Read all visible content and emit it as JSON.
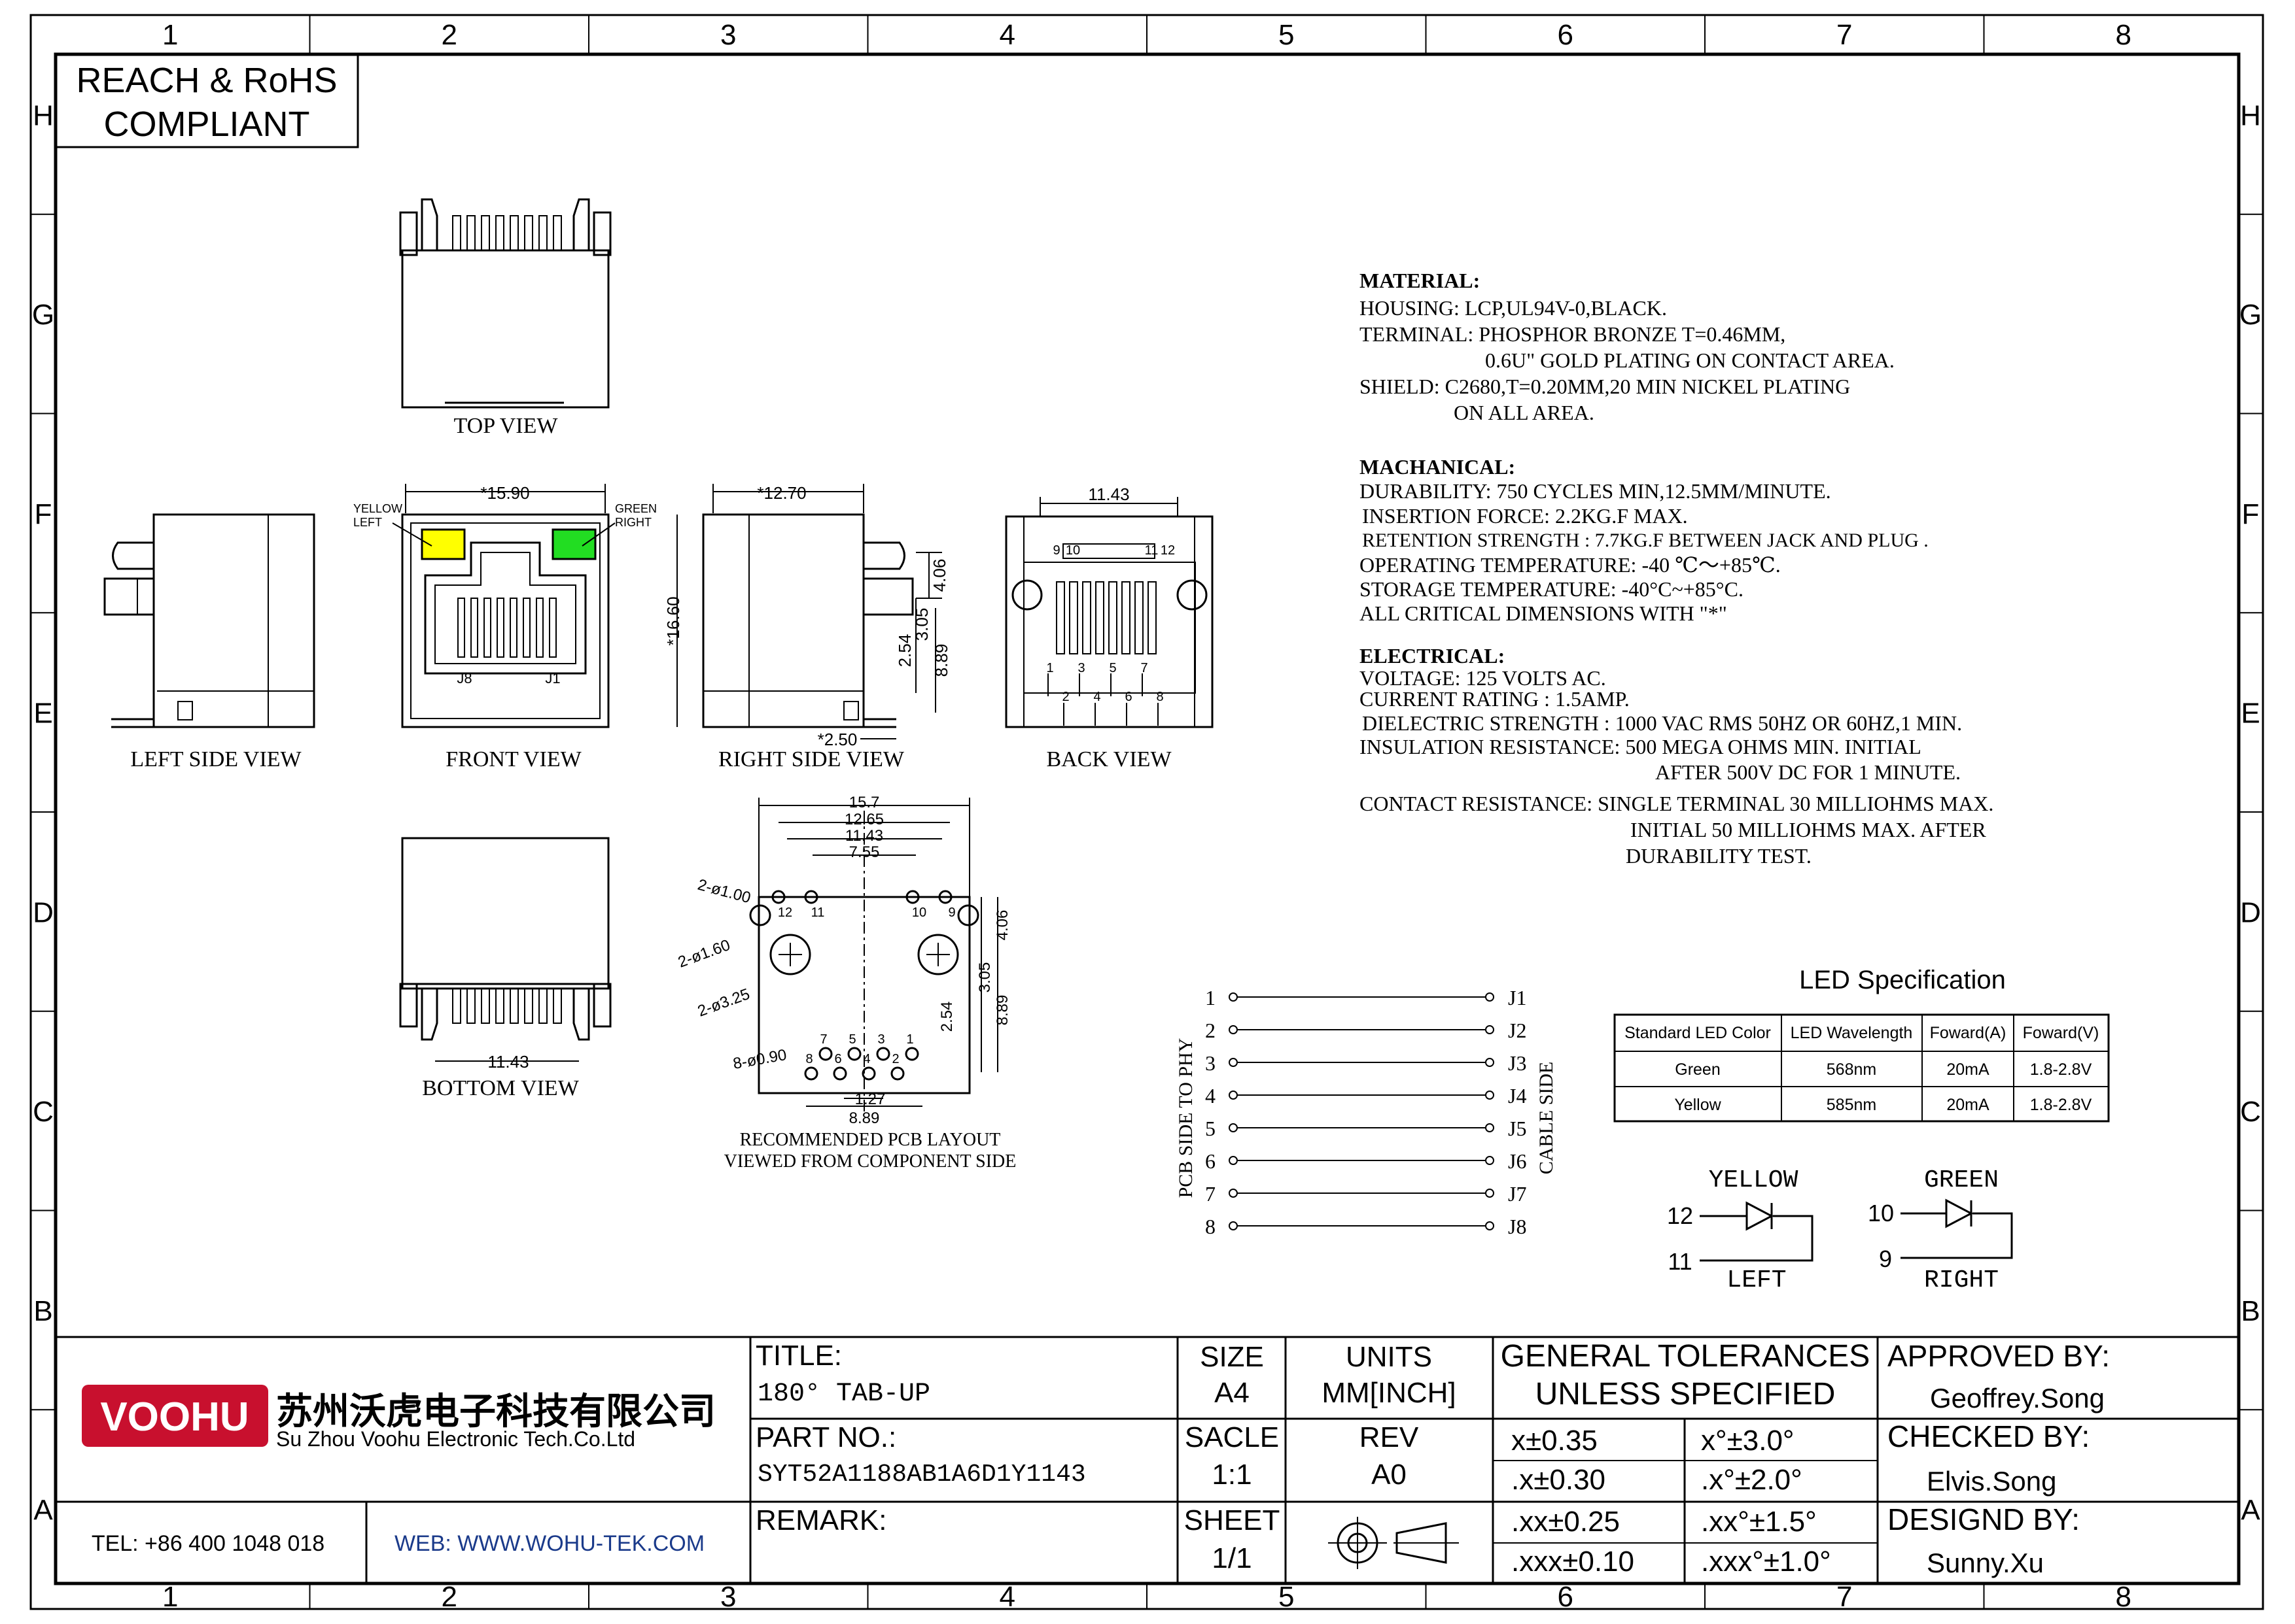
{
  "frame": {
    "columns": [
      "1",
      "2",
      "3",
      "4",
      "5",
      "6",
      "7",
      "8"
    ],
    "rows": [
      "H",
      "G",
      "F",
      "E",
      "D",
      "C",
      "B",
      "A"
    ]
  },
  "compliance": [
    "REACH & RoHS",
    "COMPLIANT"
  ],
  "views": {
    "top": "TOP VIEW",
    "left": "LEFT SIDE VIEW",
    "front": "FRONT VIEW",
    "right": "RIGHT SIDE VIEW",
    "back": "BACK VIEW",
    "bottom": "BOTTOM VIEW",
    "pcb": [
      "RECOMMENDED PCB LAYOUT",
      "VIEWED FROM COMPONENT SIDE"
    ]
  },
  "front_view": {
    "width_dim": "*15.90",
    "height_dim": "*16.60",
    "yellow_label": [
      "YELLOW",
      "LEFT"
    ],
    "green_label": [
      "GREEN",
      "RIGHT"
    ],
    "pin_left": "J8",
    "pin_right": "J1"
  },
  "right_view": {
    "depth_dim": "*12.70",
    "dims": [
      "4.06",
      "3.05",
      "2.54",
      "8.89"
    ],
    "offset_dim": "*2.50"
  },
  "back_view": {
    "width_dim": "11.43",
    "top_pins": [
      "9",
      "10",
      "11",
      "12"
    ],
    "bottom_pins": [
      "1",
      "2",
      "3",
      "4",
      "5",
      "6",
      "7",
      "8"
    ]
  },
  "bottom_view": {
    "dim": "11.43"
  },
  "pcb_layout": {
    "widths": [
      "15.7",
      "12.65",
      "11.43",
      "7.55"
    ],
    "holes": [
      "2-ø1.00",
      "2-ø1.60",
      "2-ø3.25",
      "8-ø0.90"
    ],
    "right_dims": [
      "4.06",
      "3.05",
      "2.54",
      "8.89"
    ],
    "bottom_dims": [
      "1.27",
      "8.89"
    ],
    "pin_labels": [
      "12",
      "11",
      "10",
      "9",
      "1",
      "2",
      "3",
      "4",
      "5",
      "6",
      "7",
      "8"
    ]
  },
  "specs": {
    "material": {
      "title": "MATERIAL:",
      "lines": [
        "HOUSING: LCP,UL94V-0,BLACK.",
        "TERMINAL: PHOSPHOR BRONZE  T=0.46MM,",
        "0.6U\" GOLD PLATING ON CONTACT AREA.",
        "SHIELD: C2680,T=0.20MM,20  MIN NICKEL PLATING",
        "ON ALL AREA."
      ]
    },
    "mechanical": {
      "title": "MACHANICAL:",
      "lines": [
        "DURABILITY: 750  CYCLES MIN,12.5MM/MINUTE.",
        "INSERTION FORCE: 2.2KG.F MAX.",
        "RETENTION STRENGTH : 7.7KG.F BETWEEN JACK AND PLUG .",
        "OPERATING TEMPERATURE: -40 ℃～+85℃.",
        "STORAGE TEMPERATURE:  -40°C~+85°C.",
        "ALL CRITICAL DIMENSIONS WITH \"*\""
      ]
    },
    "electrical": {
      "title": "ELECTRICAL:",
      "lines": [
        "VOLTAGE: 125 VOLTS AC.",
        "CURRENT RATING : 1.5AMP.",
        "DIELECTRIC STRENGTH : 1000 VAC RMS 50HZ OR 60HZ,1 MIN.",
        "INSULATION RESISTANCE: 500  MEGA OHMS MIN. INITIAL",
        "AFTER  500V DC FOR 1 MINUTE.",
        "CONTACT RESISTANCE: SINGLE  TERMINAL 30 MILLIOHMS MAX.",
        "INITIAL 50 MILLIOHMS MAX.  AFTER",
        "DURABILITY  TEST."
      ]
    }
  },
  "wiring": {
    "left_label": "PCB SIDE TO PHY",
    "right_label": "CABLE SIDE",
    "left_pins": [
      "1",
      "2",
      "3",
      "4",
      "5",
      "6",
      "7",
      "8"
    ],
    "right_pins": [
      "J1",
      "J2",
      "J3",
      "J4",
      "J5",
      "J6",
      "J7",
      "J8"
    ]
  },
  "led_spec": {
    "title": "LED Specification",
    "headers": [
      "Standard  LED Color",
      "LED Wavelength",
      "Foward(A)",
      "Foward(V)"
    ],
    "rows": [
      [
        "Green",
        "568nm",
        "20mA",
        "1.8-2.8V"
      ],
      [
        "Yellow",
        "585nm",
        "20mA",
        "1.8-2.8V"
      ]
    ]
  },
  "led_diagram": {
    "yellow": {
      "name": "YELLOW",
      "pin_a": "12",
      "pin_b": "11",
      "side": "LEFT"
    },
    "green": {
      "name": "GREEN",
      "pin_a": "10",
      "pin_b": "9",
      "side": "RIGHT"
    }
  },
  "colors": {
    "led_yellow": "#ffff00",
    "led_green": "#22dd22",
    "logo_red": "#c8102e"
  },
  "title_block": {
    "logo": "VOOHU",
    "company_cn": "苏州沃虎电子科技有限公司",
    "company_en": "Su Zhou Voohu Electronic Tech.Co.Ltd",
    "tel": "TEL: +86 400 1048 018",
    "web": "WEB: WWW.WOHU-TEK.COM",
    "title_label": "TITLE:",
    "title_value": "180°  TAB-UP",
    "part_label": "PART NO.:",
    "part_value": "SYT52A1188AB1A6D1Y1143",
    "remark_label": "REMARK:",
    "size_label": "SIZE",
    "size_value": "A4",
    "units_label": "UNITS",
    "units_value": "MM[INCH]",
    "scale_label": "SACLE",
    "scale_value": "1:1",
    "rev_label": "REV",
    "rev_value": "A0",
    "sheet_label": "SHEET",
    "sheet_value": "1/1",
    "tol_title": [
      "GENERAL TOLERANCES",
      "UNLESS SPECIFIED"
    ],
    "tolerances": [
      [
        "x±0.35",
        "x°±3.0°"
      ],
      [
        ".x±0.30",
        ".x°±2.0°"
      ],
      [
        ".xx±0.25",
        ".xx°±1.5°"
      ],
      [
        ".xxx±0.10",
        ".xxx°±1.0°"
      ]
    ],
    "approved_label": "APPROVED BY:",
    "approved_value": "Geoffrey.Song",
    "checked_label": "CHECKED BY:",
    "checked_value": "Elvis.Song",
    "designed_label": "DESIGND BY:",
    "designed_value": "Sunny.Xu"
  }
}
